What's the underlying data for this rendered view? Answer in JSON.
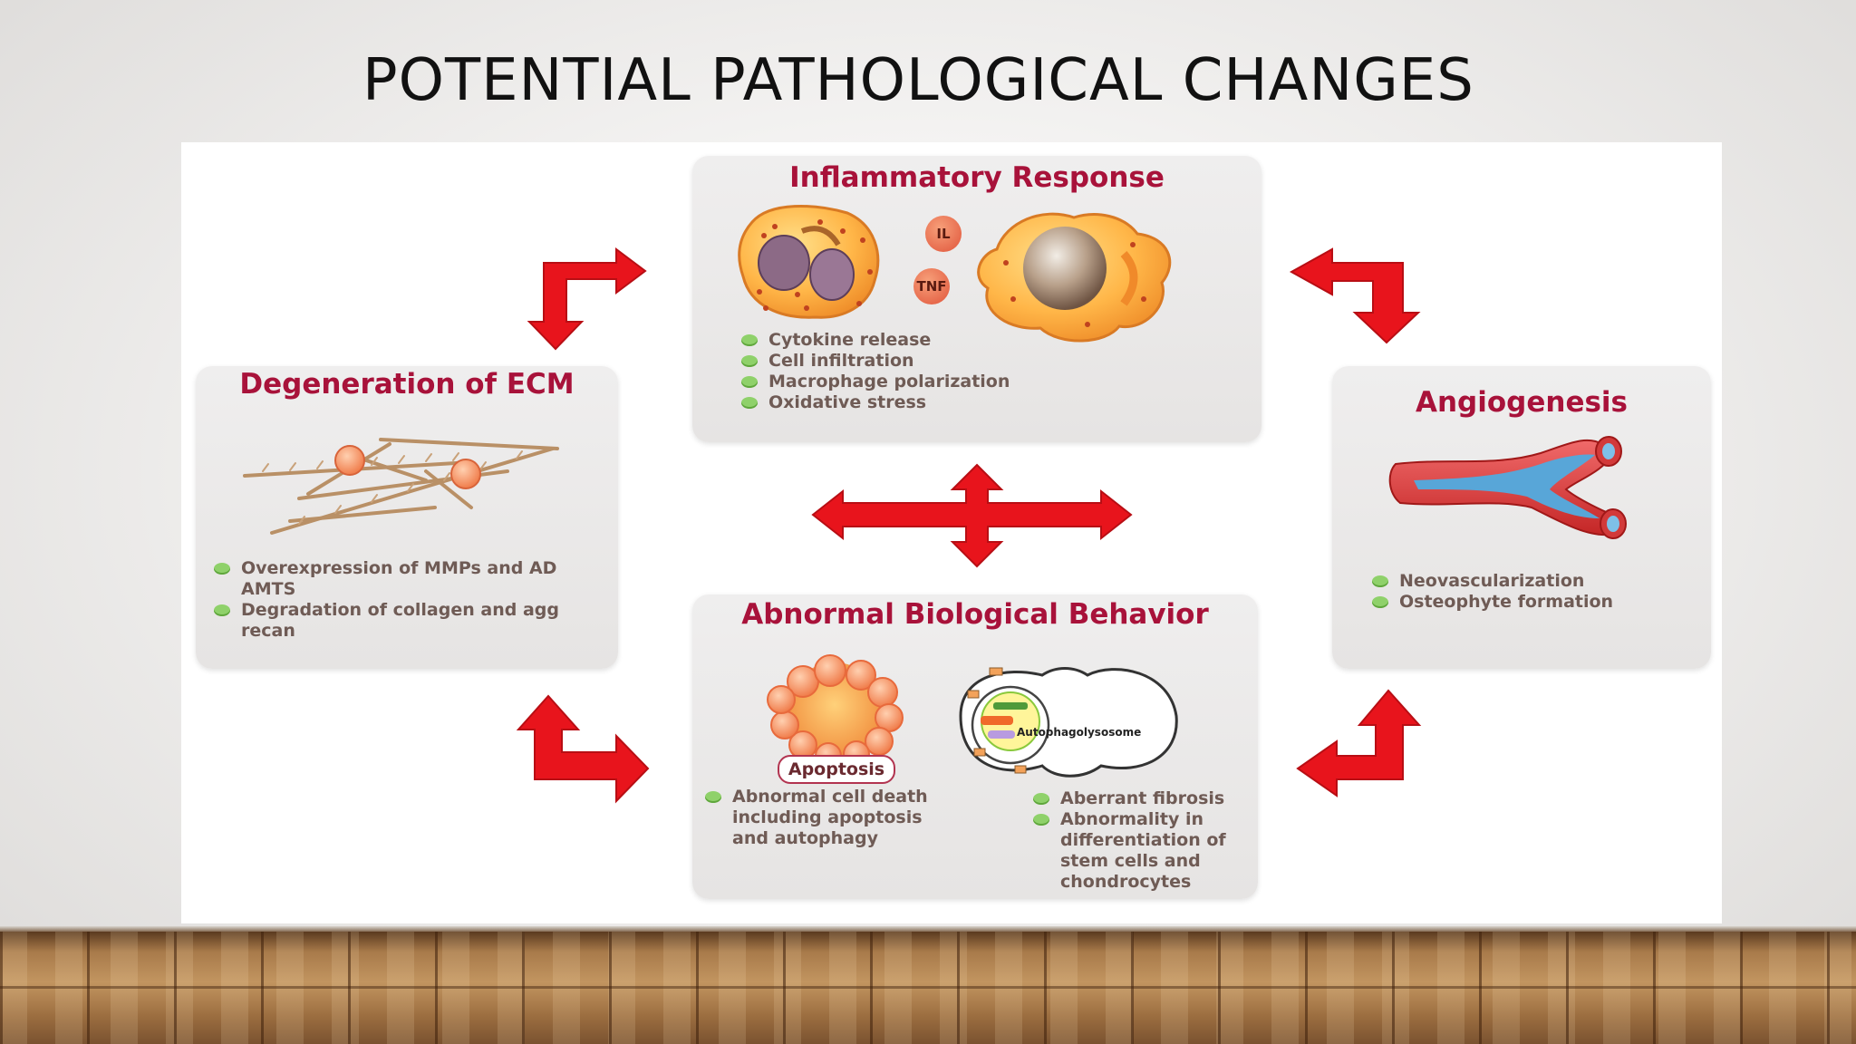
{
  "slide": {
    "title": "POTENTIAL PATHOLOGICAL CHANGES"
  },
  "inflammatory": {
    "title": "Inflammatory Response",
    "labels": [
      "IL",
      "TNF"
    ],
    "bullets": [
      "Cytokine release",
      "Cell infiltration",
      "Macrophage polarization",
      "Oxidative stress"
    ]
  },
  "ecm": {
    "title": "Degeneration of ECM",
    "bullets": [
      "Overexpression of MMPs and AD AMTS",
      "Degradation of collagen and agg recan"
    ]
  },
  "angiogenesis": {
    "title": "Angiogenesis",
    "bullets": [
      "Neovascularization",
      "Osteophyte formation"
    ]
  },
  "abnormal": {
    "title": "Abnormal Biological Behavior",
    "apoptosis_label": "Apoptosis",
    "autophago_label": "Autophagolysosome",
    "bullets_left": [
      "Abnormal cell death including apoptosis and autophagy"
    ],
    "bullets_right": [
      "Aberrant fibrosis",
      "Abnormality in differentiation of stem cells and chondrocytes"
    ]
  },
  "colors": {
    "title_red": "#a8123a",
    "arrow_red": "#e8141c",
    "bullet_green": "#8fd16a"
  }
}
